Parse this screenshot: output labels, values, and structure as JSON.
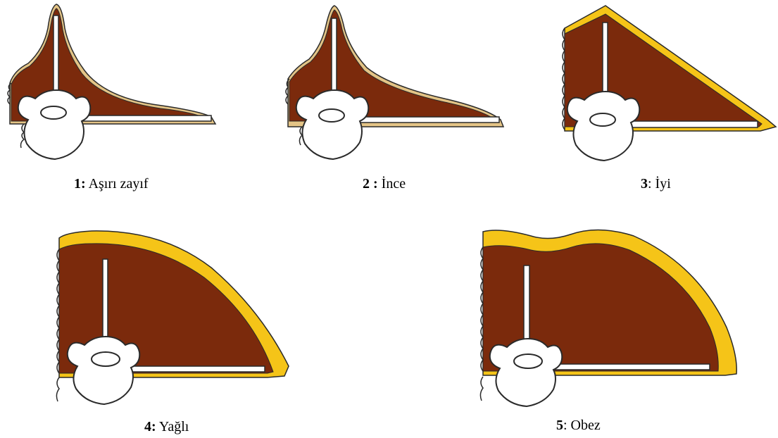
{
  "colors": {
    "muscle": "#7b2a0c",
    "fat": "#f5c418",
    "thin_fat": "#e4c486",
    "bone": "#ffffff",
    "outline": "#2a2a2a"
  },
  "figures": [
    {
      "number": "1:",
      "label": " Aşırı zayıf"
    },
    {
      "number": "2 :",
      "label": " İnce"
    },
    {
      "number": "3",
      "label": ": İyi"
    },
    {
      "number": "4:",
      "label": " Yağlı"
    },
    {
      "number": "5",
      "label": ": Obez"
    }
  ]
}
